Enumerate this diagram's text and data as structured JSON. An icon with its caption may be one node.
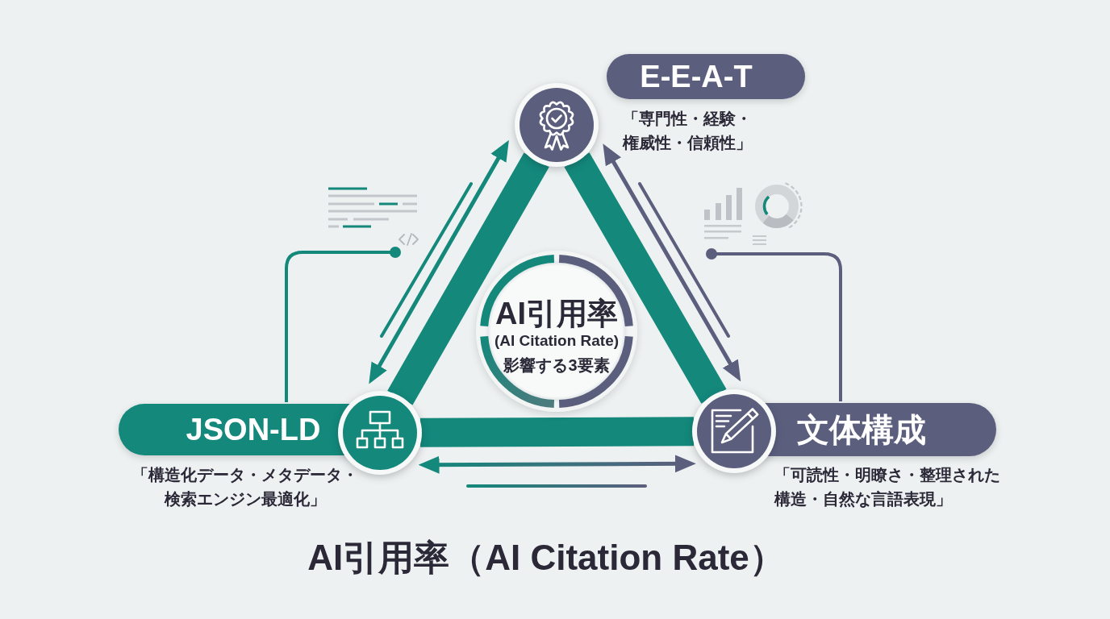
{
  "diagram": {
    "title": "AI引用率（AI Citation Rate）",
    "nodes": [
      {
        "text": [
          "E-E-A-T"
        ],
        "beside": [
          "「専門性・経験・権威性・信頼性」"
        ]
      },
      {
        "text": [],
        "shape": "circle"
      },
      {
        "text": [],
        "shape": "picture"
      },
      {
        "text": [],
        "shape": "picture"
      },
      {
        "text": [
          "AI引用率",
          "(AI Citation Rate)",
          "影響する3要素"
        ]
      },
      {
        "text": [
          "JSON-LD"
        ]
      },
      {
        "text": [],
        "shape": "circle"
      },
      {
        "text": [],
        "shape": "circle"
      },
      {
        "text": [
          "文体構成"
        ]
      }
    ],
    "edges": [
      {
        "from": 1,
        "to": 6,
        "arrow": "none",
        "style": "thick"
      },
      {
        "from": 1,
        "to": 7,
        "arrow": "none",
        "style": "thick"
      },
      {
        "from": 6,
        "to": 7,
        "arrow": "none",
        "style": "thick"
      },
      {
        "from": 6,
        "to": 1,
        "arrow": "both"
      },
      {
        "from": 1,
        "to": 7,
        "arrow": "both",
        "color": "#5c5e7e"
      },
      {
        "from": 6,
        "to": 7,
        "arrow": "both",
        "color": "#5c5e7e"
      },
      {
        "from": 2,
        "to": 5,
        "arrow": "other"
      },
      {
        "from": 3,
        "to": 8,
        "arrow": "other",
        "color": "#5c5e7e"
      }
    ],
    "labels": [
      "「構造化データ・メタデータ・検索エンジン最適化」",
      "「可読性・明瞭さ・整理された構造・自然な言語表現」"
    ]
  }
}
